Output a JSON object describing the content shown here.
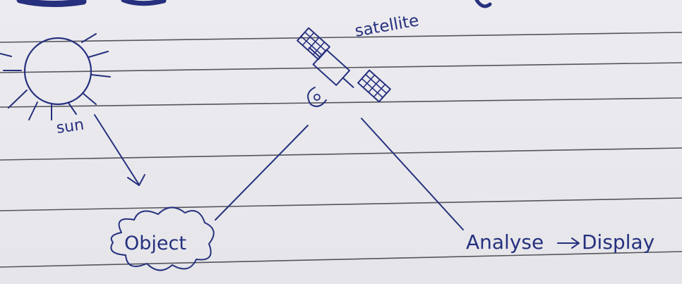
{
  "labels": {
    "sun": "sun",
    "satellite": "satellite",
    "object": "Object",
    "analyse": "Analyse",
    "display": "Display"
  },
  "colors": {
    "paper": "#e9e9ec",
    "ink": "#26307e",
    "ruled_line": "#3b3b44"
  },
  "icons": [
    "sun-icon",
    "satellite-icon",
    "cloud-shape"
  ]
}
